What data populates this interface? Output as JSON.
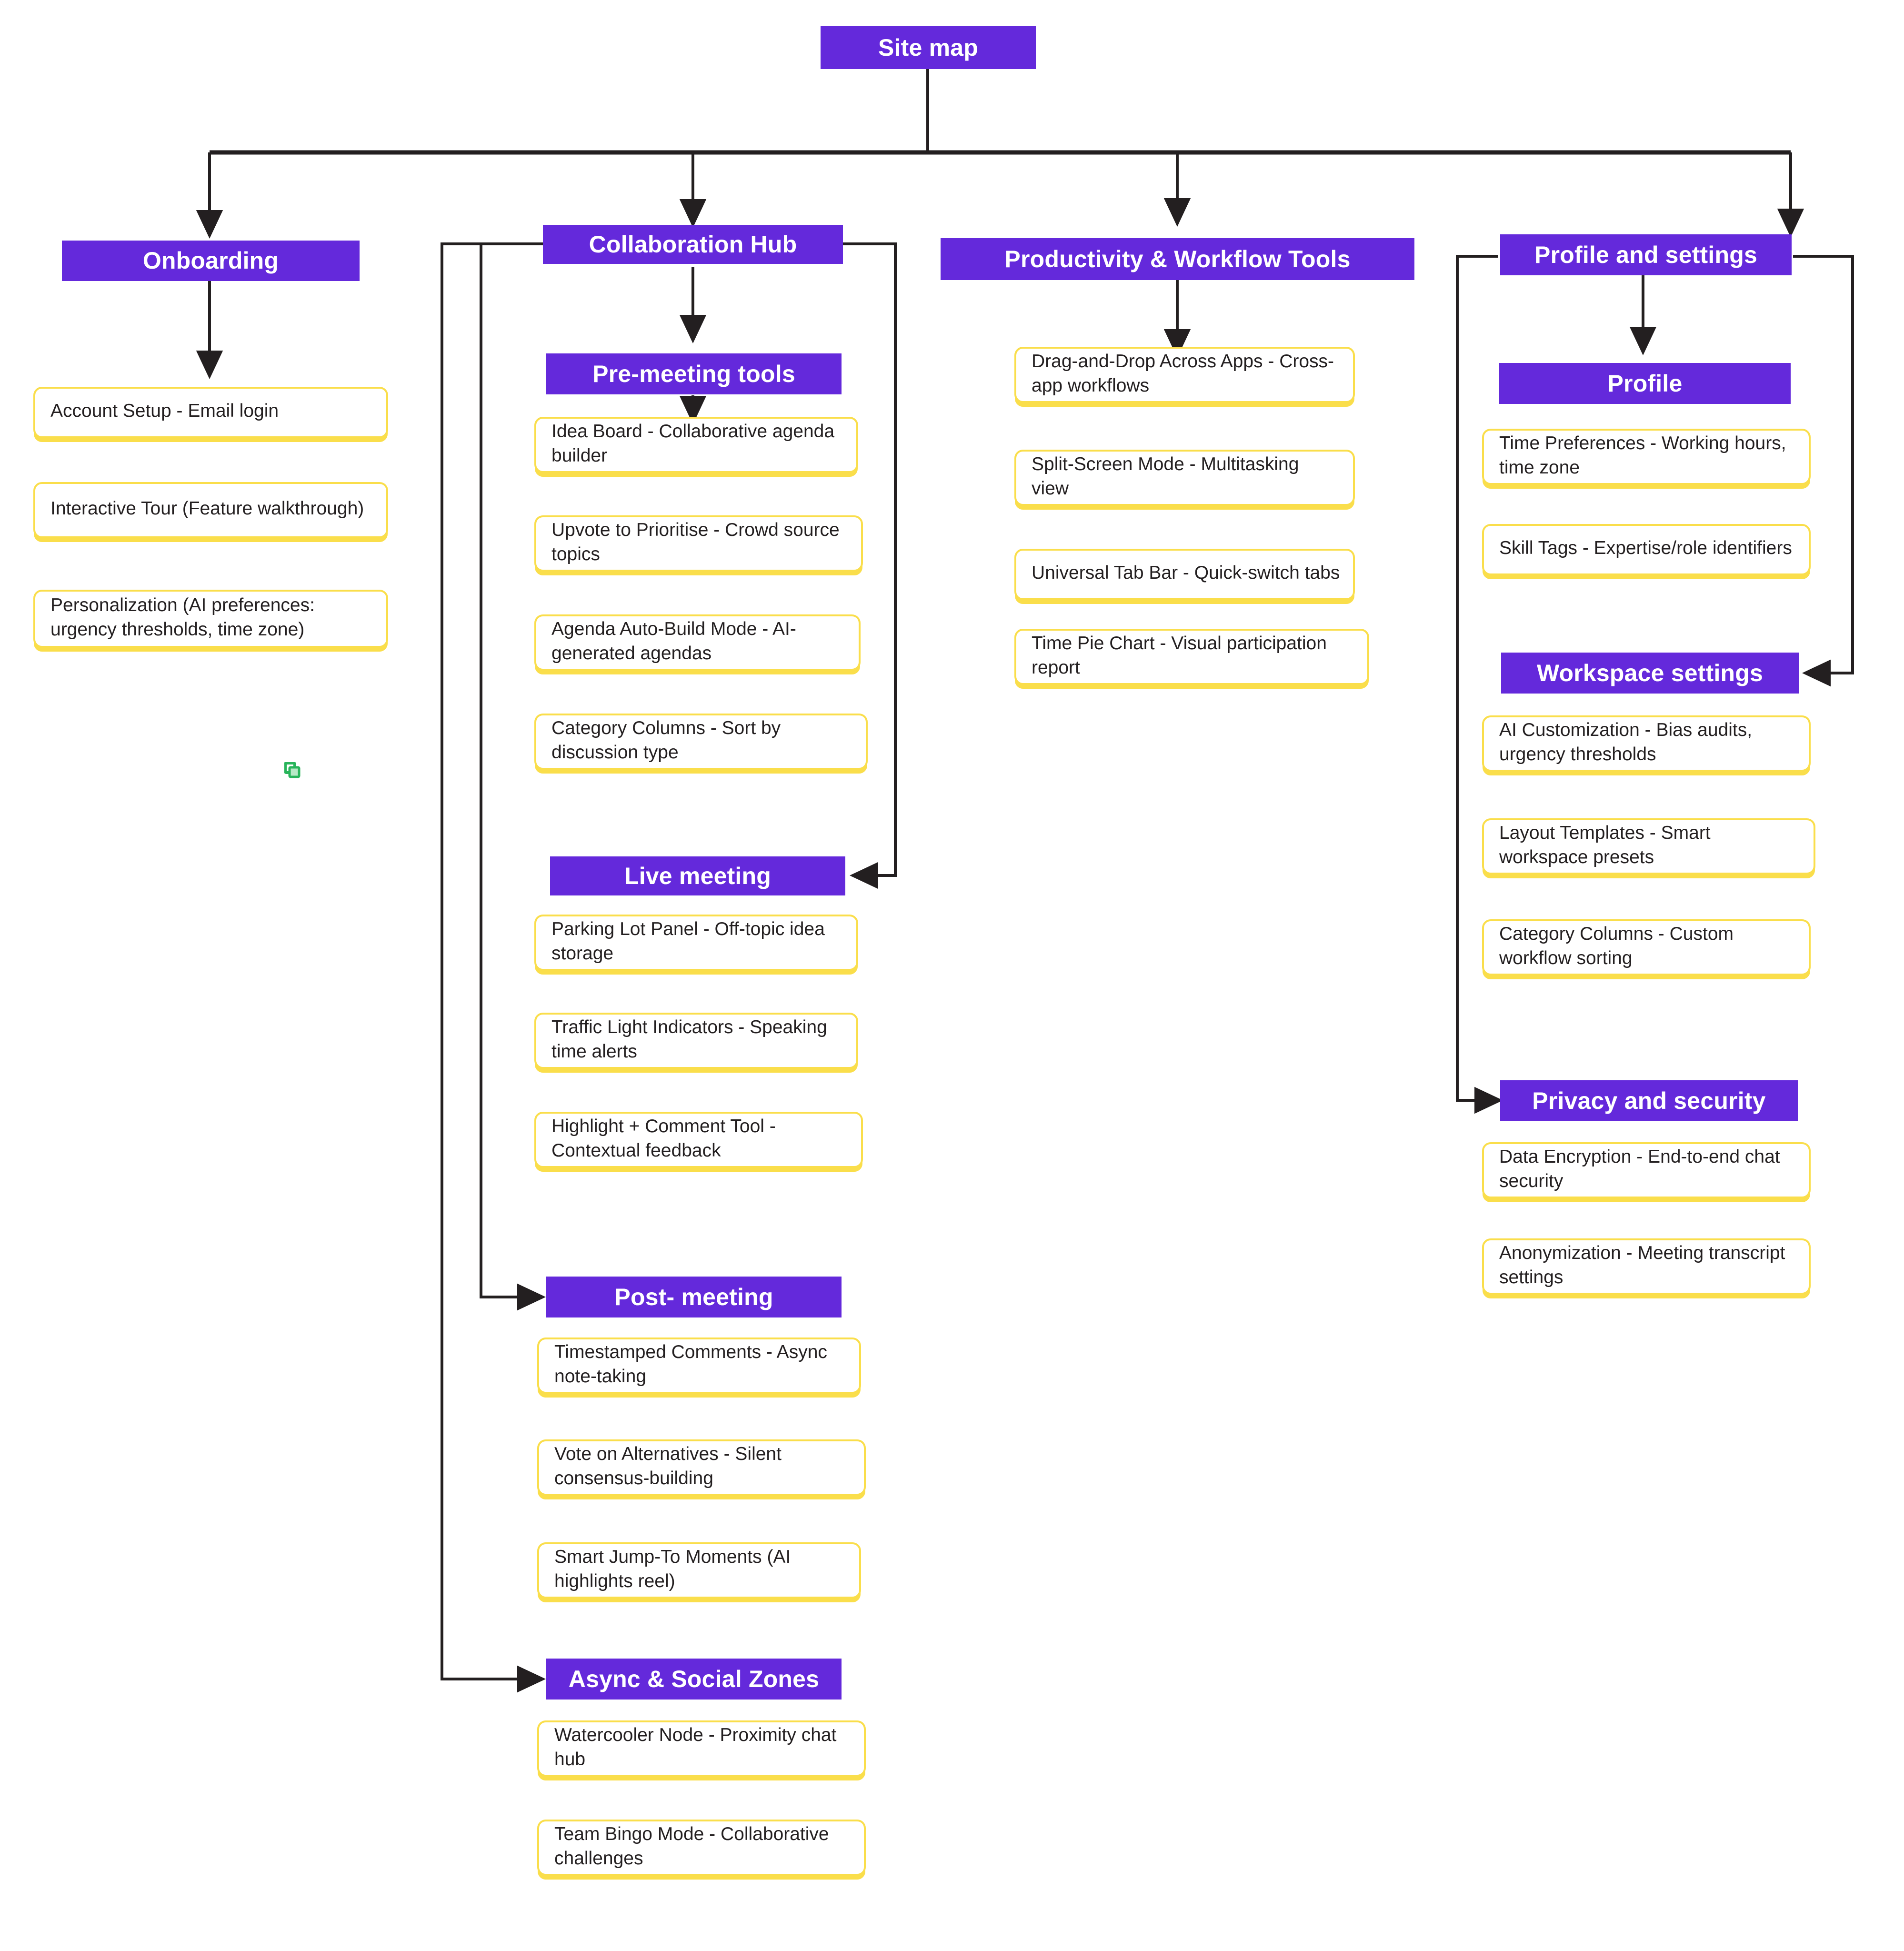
{
  "meta": {
    "root_label": "Site map",
    "accent_purple": "#6429DB",
    "accent_yellow": "#FADE4B",
    "text_dark": "#231F20",
    "connector_color": "#231F20",
    "background": "#FFFFFF",
    "cursor_icon_green": "#2FB457"
  },
  "root": {
    "label": "Site map"
  },
  "branches": [
    {
      "id": "onboarding",
      "label": "Onboarding",
      "cards": [
        "Account Setup - Email login",
        "Interactive Tour (Feature walkthrough)",
        "Personalization (AI preferences: urgency thresholds, time zone)"
      ]
    },
    {
      "id": "collaboration-hub",
      "label": "Collaboration Hub",
      "subsections": [
        {
          "id": "pre-meeting-tools",
          "label": "Pre-meeting tools",
          "cards": [
            "Idea Board - Collaborative agenda builder",
            "Upvote to Prioritise - Crowd source topics",
            "Agenda Auto-Build Mode - AI-generated agendas",
            "Category Columns - Sort by discussion type"
          ]
        },
        {
          "id": "live-meeting",
          "label": "Live meeting",
          "cards": [
            "Parking Lot Panel - Off-topic idea storage",
            "Traffic Light Indicators - Speaking time alerts",
            "Highlight + Comment Tool - Contextual feedback"
          ]
        },
        {
          "id": "post-meeting",
          "label": "Post- meeting",
          "cards": [
            "Timestamped Comments - Async note-taking",
            "Vote on Alternatives - Silent consensus-building",
            "Smart Jump-To Moments (AI highlights reel)"
          ]
        },
        {
          "id": "async-social-zones",
          "label": "Async & Social Zones",
          "cards": [
            "Watercooler Node - Proximity chat hub",
            "Team Bingo Mode - Collaborative challenges"
          ]
        }
      ]
    },
    {
      "id": "productivity-workflow-tools",
      "label": "Productivity & Workflow Tools",
      "cards": [
        "Drag-and-Drop Across Apps - Cross-app workflows",
        "Split-Screen Mode - Multitasking view",
        "Universal Tab Bar - Quick-switch tabs",
        "Time Pie Chart - Visual participation report"
      ]
    },
    {
      "id": "profile-and-settings",
      "label": "Profile and settings",
      "subsections": [
        {
          "id": "profile",
          "label": "Profile",
          "cards": [
            "Time Preferences - Working hours, time zone",
            "Skill Tags - Expertise/role identifiers"
          ]
        },
        {
          "id": "workspace-settings",
          "label": "Workspace settings",
          "cards": [
            "AI Customization - Bias audits, urgency thresholds",
            "Layout Templates - Smart workspace presets",
            "Category Columns - Custom workflow sorting"
          ]
        },
        {
          "id": "privacy-and-security",
          "label": "Privacy and security",
          "cards": [
            "Data Encryption - End-to-end chat security",
            "Anonymization - Meeting transcript settings"
          ]
        }
      ]
    }
  ],
  "overlay": {
    "duplicate_cursor_icon": "duplicate-cursor-icon"
  }
}
